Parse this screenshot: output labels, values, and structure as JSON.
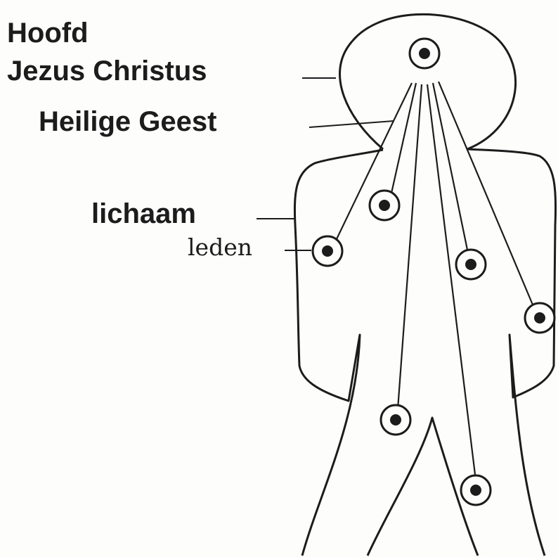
{
  "labels": {
    "head_title": "Hoofd",
    "head_name": "Jezus Christus",
    "spirit": "Heilige Geest",
    "body": "lichaam",
    "members": "leden"
  },
  "colors": {
    "ink": "#1c1c1c",
    "paper": "#fdfdfc"
  }
}
